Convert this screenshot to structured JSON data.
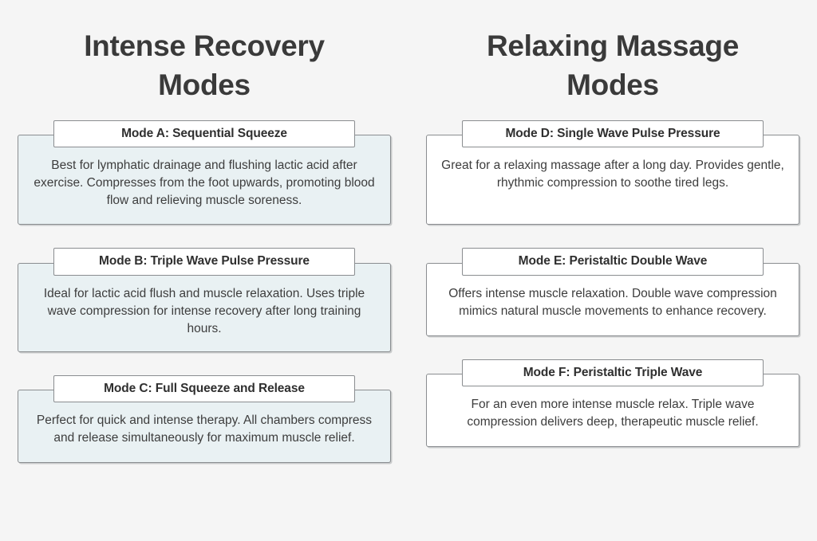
{
  "theme": {
    "page_background": "#f5f5f5",
    "title_color": "#3a3a3a",
    "card_border": "#8a8d90",
    "left_card_fill": "#e9f1f3",
    "right_card_fill": "#ffffff",
    "body_text_color": "#3d3d3d"
  },
  "columns": [
    {
      "id": "intense-recovery",
      "title": "Intense Recovery Modes",
      "title_line1": "Intense Recovery",
      "title_line2": "Modes",
      "cards": [
        {
          "id": "mode-a",
          "header": "Mode A: Sequential Squeeze",
          "body": "Best for lymphatic drainage and flushing lactic acid after exercise. Compresses from the foot upwards, promoting blood flow and relieving muscle soreness."
        },
        {
          "id": "mode-b",
          "header": "Mode B: Triple Wave Pulse Pressure",
          "body": "Ideal for lactic acid flush and muscle relaxation. Uses triple wave compression for intense recovery after long training hours."
        },
        {
          "id": "mode-c",
          "header": "Mode C: Full Squeeze and Release",
          "body": "Perfect for quick and intense therapy. All chambers compress and release simultaneously for maximum muscle relief."
        }
      ]
    },
    {
      "id": "relaxing-massage",
      "title": "Relaxing Massage Modes",
      "title_line1": "Relaxing Massage",
      "title_line2": "Modes",
      "cards": [
        {
          "id": "mode-d",
          "header": "Mode D: Single Wave Pulse Pressure",
          "body": "Great for a relaxing massage after a long day. Provides gentle, rhythmic compression to soothe tired legs."
        },
        {
          "id": "mode-e",
          "header": "Mode E: Peristaltic Double Wave",
          "body": "Offers intense muscle relaxation. Double wave compression mimics natural muscle movements to enhance recovery."
        },
        {
          "id": "mode-f",
          "header": "Mode F: Peristaltic Triple Wave",
          "body": "For an even more intense muscle relax. Triple wave compression delivers deep, therapeutic muscle relief."
        }
      ]
    }
  ]
}
